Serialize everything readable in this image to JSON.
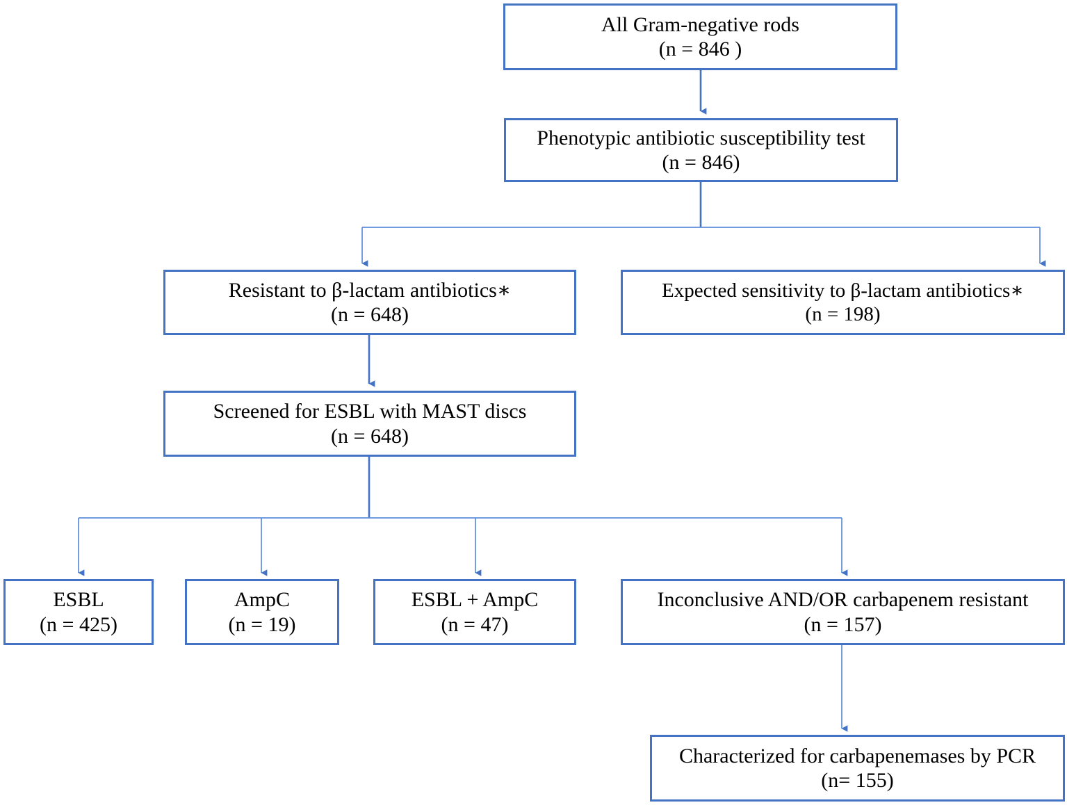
{
  "diagram": {
    "title": "Gram-negative rod antibiotic resistance screening flowchart",
    "accent_color": "#4472c4",
    "connector_color": "#4472c4",
    "background_color": "#ffffff",
    "text_color": "#000000",
    "footnote_marker": "∗"
  },
  "nodes": {
    "all_gram_negative_rods": {
      "label": "All Gram-negative rods",
      "count": "(n = 846 )"
    },
    "phenotypic_test": {
      "label": "Phenotypic antibiotic susceptibility test",
      "count": "(n = 846)"
    },
    "resistant_beta_lactam": {
      "label": "Resistant to β-lactam antibiotics∗",
      "count": "(n = 648)"
    },
    "expected_sensitivity": {
      "label": "Expected sensitivity to β-lactam antibiotics∗",
      "count": "(n = 198)"
    },
    "screened_esbl_mast": {
      "label": "Screened for ESBL with MAST discs",
      "count": "(n = 648)"
    },
    "esbl": {
      "label": "ESBL",
      "count": "(n = 425)"
    },
    "ampc": {
      "label": "AmpC",
      "count": "(n = 19)"
    },
    "esbl_ampc": {
      "label": "ESBL + AmpC",
      "count": "(n = 47)"
    },
    "inconclusive_carbapenem": {
      "label": "Inconclusive AND/OR carbapenem resistant",
      "count": "(n = 157)"
    },
    "characterized_pcr": {
      "label": "Characterized for carbapenemases by PCR",
      "count": "(n= 155)"
    }
  },
  "chart_data": {
    "type": "diagram",
    "subtype": "flowchart",
    "title": "Gram-negative rod antibiotic resistance screening flowchart",
    "nodes": [
      {
        "id": "all_gram_negative_rods",
        "label": "All Gram-negative rods",
        "n": 846,
        "level": 0
      },
      {
        "id": "phenotypic_test",
        "label": "Phenotypic antibiotic susceptibility test",
        "n": 846,
        "level": 1
      },
      {
        "id": "resistant_beta_lactam",
        "label": "Resistant to β-lactam antibiotics∗",
        "n": 648,
        "level": 2
      },
      {
        "id": "expected_sensitivity",
        "label": "Expected sensitivity to β-lactam antibiotics∗",
        "n": 198,
        "level": 2
      },
      {
        "id": "screened_esbl_mast",
        "label": "Screened for ESBL with MAST discs",
        "n": 648,
        "level": 3
      },
      {
        "id": "esbl",
        "label": "ESBL",
        "n": 425,
        "level": 4
      },
      {
        "id": "ampc",
        "label": "AmpC",
        "n": 19,
        "level": 4
      },
      {
        "id": "esbl_ampc",
        "label": "ESBL + AmpC",
        "n": 47,
        "level": 4
      },
      {
        "id": "inconclusive_carbapenem",
        "label": "Inconclusive AND/OR carbapenem resistant",
        "n": 157,
        "level": 4
      },
      {
        "id": "characterized_pcr",
        "label": "Characterized for carbapenemases by PCR",
        "n": 155,
        "level": 5
      }
    ],
    "edges": [
      {
        "from": "all_gram_negative_rods",
        "to": "phenotypic_test"
      },
      {
        "from": "phenotypic_test",
        "to": "resistant_beta_lactam"
      },
      {
        "from": "phenotypic_test",
        "to": "expected_sensitivity"
      },
      {
        "from": "resistant_beta_lactam",
        "to": "screened_esbl_mast"
      },
      {
        "from": "screened_esbl_mast",
        "to": "esbl"
      },
      {
        "from": "screened_esbl_mast",
        "to": "ampc"
      },
      {
        "from": "screened_esbl_mast",
        "to": "esbl_ampc"
      },
      {
        "from": "screened_esbl_mast",
        "to": "inconclusive_carbapenem"
      },
      {
        "from": "inconclusive_carbapenem",
        "to": "characterized_pcr"
      }
    ]
  }
}
